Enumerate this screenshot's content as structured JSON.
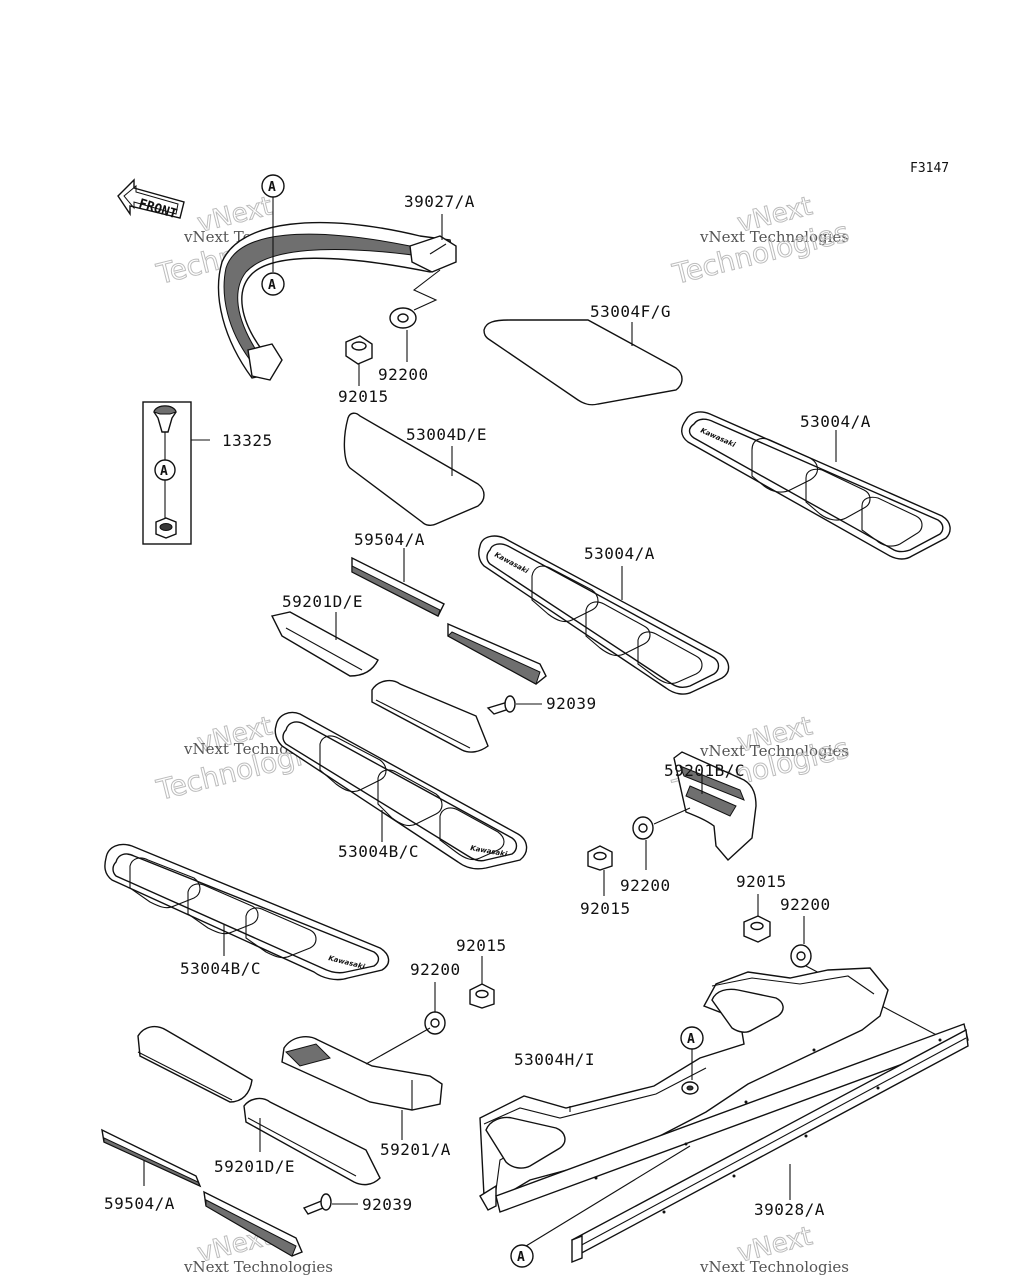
{
  "figure_code": "F3147",
  "front_arrow_label": "FRONT",
  "watermark": {
    "line1": "vNext",
    "line2": "Technologies",
    "line3": "vNext Technologies"
  },
  "callout_letter": "A",
  "brand_mark": "Kawasaki",
  "parts": {
    "p39027": "39027/A",
    "p92200_top": "92200",
    "p92015_top": "92015",
    "p53004fg": "53004F/G",
    "p13325": "13325",
    "p53004de": "53004D/E",
    "p53004a_right": "53004/A",
    "p59504_top": "59504/A",
    "p53004a_mid": "53004/A",
    "p59201de_top": "59201D/E",
    "p92039_top": "92039",
    "p59201bc": "59201B/C",
    "p53004bc_mid": "53004B/C",
    "p92200_mid": "92200",
    "p92015_mid": "92015",
    "p92015_right": "92015",
    "p92200_right": "92200",
    "p53004bc_left": "53004B/C",
    "p92015_lower": "92015",
    "p92200_lower": "92200",
    "p53004hi": "53004H/I",
    "p59201a": "59201/A",
    "p59201de_bottom": "59201D/E",
    "p59504_bottom": "59504/A",
    "p92039_bottom": "92039",
    "p39028": "39028/A"
  }
}
